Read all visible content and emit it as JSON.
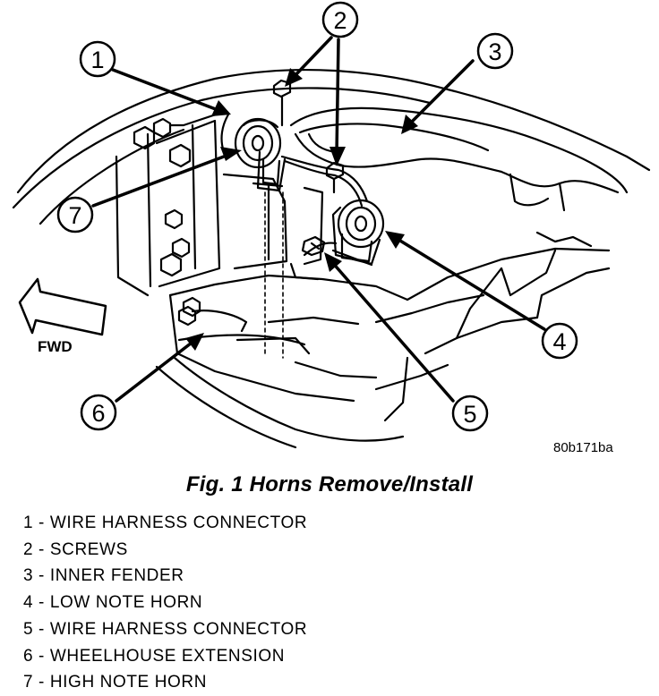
{
  "figure": {
    "code": "80b171ba",
    "direction_label": "FWD",
    "caption": "Fig. 1 Horns Remove/Install"
  },
  "callouts": [
    "1",
    "2",
    "3",
    "4",
    "5",
    "6",
    "7"
  ],
  "legend": [
    {
      "num": "1",
      "sep": " - ",
      "text": "WIRE HARNESS CONNECTOR"
    },
    {
      "num": "2",
      "sep": " - ",
      "text": "SCREWS"
    },
    {
      "num": "3",
      "sep": " - ",
      "text": "INNER FENDER"
    },
    {
      "num": "4",
      "sep": " - ",
      "text": "LOW NOTE HORN"
    },
    {
      "num": "5",
      "sep": " - ",
      "text": "WIRE HARNESS CONNECTOR"
    },
    {
      "num": "6",
      "sep": " - ",
      "text": "WHEELHOUSE EXTENSION"
    },
    {
      "num": "7",
      "sep": " - ",
      "text": "HIGH NOTE HORN"
    }
  ]
}
